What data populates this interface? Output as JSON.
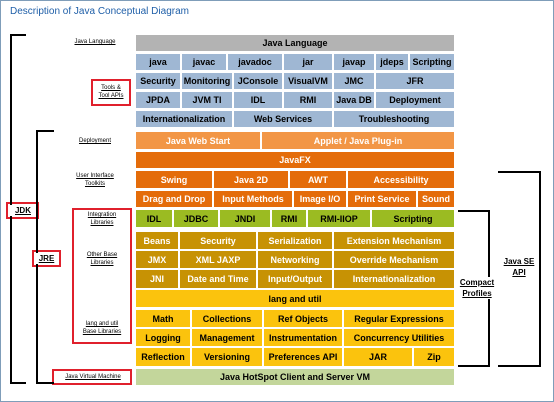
{
  "diagram": {
    "title": "Description of Java Conceptual Diagram",
    "side_labels": {
      "jdk": "JDK",
      "jre": "JRE",
      "compact_profiles": "Compact\nProfiles",
      "java_se_api": "Java SE\nAPI"
    },
    "row_labels": [
      {
        "id": "java-language",
        "text": "Java Language"
      },
      {
        "id": "tools-tool-apis",
        "text": "Tools &\nTool APIs"
      },
      {
        "id": "deployment",
        "text": "Deployment"
      },
      {
        "id": "ui-toolkits",
        "text": "User Interface\nToolkits"
      },
      {
        "id": "integration-libraries",
        "text": "Integration\nLibraries"
      },
      {
        "id": "other-base-libraries",
        "text": "Other Base\nLibraries"
      },
      {
        "id": "lang-util-base-libraries",
        "text": "lang and util\nBase Libraries"
      },
      {
        "id": "java-virtual-machine",
        "text": "Java Virtual Machine"
      }
    ],
    "cells": [
      {
        "id": "java-language",
        "text": "Java Language",
        "color": "gray"
      },
      {
        "id": "java",
        "text": "java",
        "color": "blue"
      },
      {
        "id": "javac",
        "text": "javac",
        "color": "blue"
      },
      {
        "id": "javadoc",
        "text": "javadoc",
        "color": "blue"
      },
      {
        "id": "jar",
        "text": "jar",
        "color": "blue"
      },
      {
        "id": "javap",
        "text": "javap",
        "color": "blue"
      },
      {
        "id": "jdeps",
        "text": "jdeps",
        "color": "blue"
      },
      {
        "id": "scripting-tool",
        "text": "Scripting",
        "color": "blue"
      },
      {
        "id": "security-tool",
        "text": "Security",
        "color": "blue"
      },
      {
        "id": "monitoring",
        "text": "Monitoring",
        "color": "blue"
      },
      {
        "id": "jconsole",
        "text": "JConsole",
        "color": "blue"
      },
      {
        "id": "visualvm",
        "text": "VisualVM",
        "color": "blue"
      },
      {
        "id": "jmc",
        "text": "JMC",
        "color": "blue"
      },
      {
        "id": "jfr",
        "text": "JFR",
        "color": "blue"
      },
      {
        "id": "jpda",
        "text": "JPDA",
        "color": "blue"
      },
      {
        "id": "jvm-ti",
        "text": "JVM TI",
        "color": "blue"
      },
      {
        "id": "idl-tool",
        "text": "IDL",
        "color": "blue"
      },
      {
        "id": "rmi-tool",
        "text": "RMI",
        "color": "blue"
      },
      {
        "id": "java-db",
        "text": "Java DB",
        "color": "blue"
      },
      {
        "id": "deployment-tool",
        "text": "Deployment",
        "color": "blue"
      },
      {
        "id": "internationalization-tool",
        "text": "Internationalization",
        "color": "blue"
      },
      {
        "id": "web-services",
        "text": "Web Services",
        "color": "blue"
      },
      {
        "id": "troubleshooting",
        "text": "Troubleshooting",
        "color": "blue"
      },
      {
        "id": "java-web-start",
        "text": "Java Web Start",
        "color": "orange-light"
      },
      {
        "id": "applet-plugin",
        "text": "Applet / Java Plug-in",
        "color": "orange-light"
      },
      {
        "id": "javafx",
        "text": "JavaFX",
        "color": "orange-dark"
      },
      {
        "id": "swing",
        "text": "Swing",
        "color": "orange-dark"
      },
      {
        "id": "java-2d",
        "text": "Java 2D",
        "color": "orange-dark"
      },
      {
        "id": "awt",
        "text": "AWT",
        "color": "orange-dark"
      },
      {
        "id": "accessibility",
        "text": "Accessibility",
        "color": "orange-dark"
      },
      {
        "id": "drag-and-drop",
        "text": "Drag and Drop",
        "color": "orange-dark"
      },
      {
        "id": "input-methods",
        "text": "Input Methods",
        "color": "orange-dark"
      },
      {
        "id": "image-io",
        "text": "Image I/O",
        "color": "orange-dark"
      },
      {
        "id": "print-service",
        "text": "Print Service",
        "color": "orange-dark"
      },
      {
        "id": "sound",
        "text": "Sound",
        "color": "orange-dark"
      },
      {
        "id": "idl",
        "text": "IDL",
        "color": "green"
      },
      {
        "id": "jdbc",
        "text": "JDBC",
        "color": "green"
      },
      {
        "id": "jndi",
        "text": "JNDI",
        "color": "green"
      },
      {
        "id": "rmi",
        "text": "RMI",
        "color": "green"
      },
      {
        "id": "rmi-iiop",
        "text": "RMI-IIOP",
        "color": "green"
      },
      {
        "id": "scripting",
        "text": "Scripting",
        "color": "green"
      },
      {
        "id": "beans",
        "text": "Beans",
        "color": "brown"
      },
      {
        "id": "security",
        "text": "Security",
        "color": "brown"
      },
      {
        "id": "serialization",
        "text": "Serialization",
        "color": "brown"
      },
      {
        "id": "extension-mechanism",
        "text": "Extension Mechanism",
        "color": "brown"
      },
      {
        "id": "jmx",
        "text": "JMX",
        "color": "brown"
      },
      {
        "id": "xml-jaxp",
        "text": "XML JAXP",
        "color": "brown"
      },
      {
        "id": "networking",
        "text": "Networking",
        "color": "brown"
      },
      {
        "id": "override-mechanism",
        "text": "Override Mechanism",
        "color": "brown"
      },
      {
        "id": "jni",
        "text": "JNI",
        "color": "brown"
      },
      {
        "id": "date-and-time",
        "text": "Date and Time",
        "color": "brown"
      },
      {
        "id": "input-output",
        "text": "Input/Output",
        "color": "brown"
      },
      {
        "id": "internationalization",
        "text": "Internationalization",
        "color": "brown"
      },
      {
        "id": "lang-and-util",
        "text": "lang and util",
        "color": "yellow"
      },
      {
        "id": "math",
        "text": "Math",
        "color": "yellow"
      },
      {
        "id": "collections",
        "text": "Collections",
        "color": "yellow"
      },
      {
        "id": "ref-objects",
        "text": "Ref Objects",
        "color": "yellow"
      },
      {
        "id": "regular-expressions",
        "text": "Regular Expressions",
        "color": "yellow"
      },
      {
        "id": "logging",
        "text": "Logging",
        "color": "yellow"
      },
      {
        "id": "management",
        "text": "Management",
        "color": "yellow"
      },
      {
        "id": "instrumentation",
        "text": "Instrumentation",
        "color": "yellow"
      },
      {
        "id": "concurrency-utilities",
        "text": "Concurrency Utilities",
        "color": "yellow"
      },
      {
        "id": "reflection",
        "text": "Reflection",
        "color": "yellow"
      },
      {
        "id": "versioning",
        "text": "Versioning",
        "color": "yellow"
      },
      {
        "id": "preferences-api",
        "text": "Preferences API",
        "color": "yellow"
      },
      {
        "id": "jar-lib",
        "text": "JAR",
        "color": "yellow"
      },
      {
        "id": "zip",
        "text": "Zip",
        "color": "yellow"
      },
      {
        "id": "hotspot",
        "text": "Java HotSpot Client and Server VM",
        "color": "sage"
      }
    ],
    "colors": {
      "gray": "#b3b3b3",
      "blue": "#9fb7d3",
      "orange-light": "#f29646",
      "orange-dark": "#e46c0a",
      "green": "#9bbb22",
      "brown": "#c79204",
      "yellow": "#fbc30d",
      "sage": "#c3d69b",
      "highlight": "#e0202c",
      "title": "#1f5fa8"
    }
  }
}
